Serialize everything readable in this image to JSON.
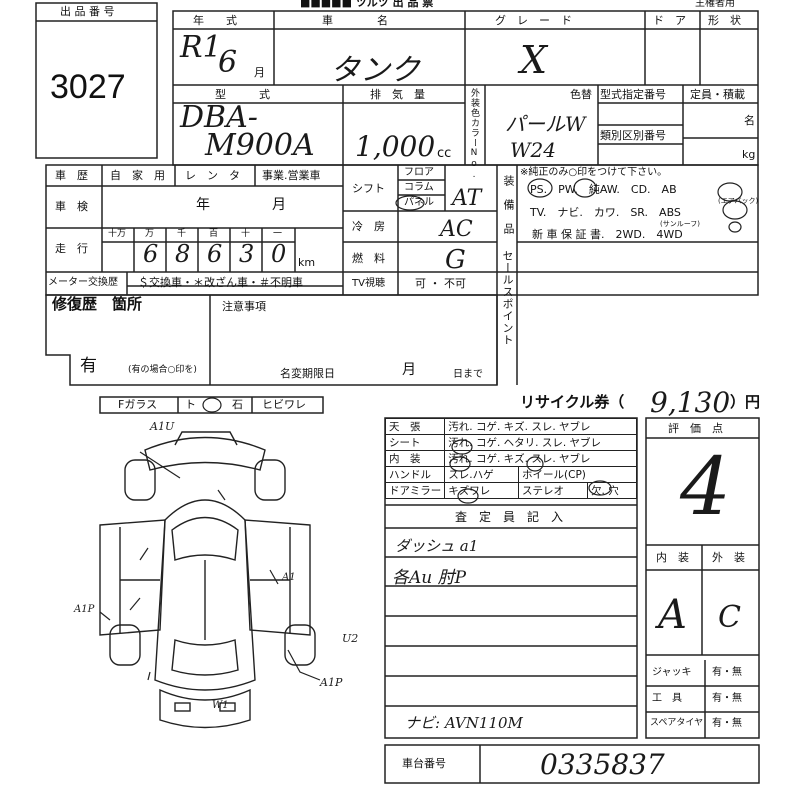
{
  "header": {
    "lot_label": "出 品 番 号",
    "lot_number": "3027",
    "title": "■■■■■ ツルツ 出 品 票",
    "owner_label": "主権者用"
  },
  "top_row": {
    "year_label": "年　　式",
    "car_label": "車　　　　名",
    "grade_label": "グ　レ　ー　ド",
    "door_label": "ド　ア",
    "shape_label": "形　状",
    "year_value": "R1",
    "month_value": "6",
    "month_unit": "月",
    "car_value": "タンク",
    "grade_value": "X"
  },
  "model_row": {
    "model_label": "型　　　式",
    "displacement_label": "排　気　量",
    "exterior_color_label": "外装色カラーNo.",
    "color_label": "色替",
    "type_designation_label": "型式指定番号",
    "capacity_label": "定員・積載",
    "category_label": "類別区別番号",
    "person_unit": "名",
    "kg_unit": "kg",
    "model_value_1": "DBA-",
    "model_value_2": "M900A",
    "displacement_value": "1,000",
    "displacement_unit": "cc",
    "color_value": "パールW",
    "color_code_value": "W24"
  },
  "history": {
    "history_label": "車　歴",
    "private_label": "自　家　用",
    "rental_label": "レ　ン　タ",
    "business_label": "事業.営業車",
    "inspection_label": "車　検",
    "year_unit": "年",
    "month_unit": "月",
    "mileage_label": "走　行",
    "digit_labels": [
      "十万",
      "万",
      "千",
      "百",
      "十",
      "一"
    ],
    "mileage_digits": [
      "",
      "6",
      "8",
      "6",
      "3",
      "0"
    ],
    "km_unit": "km",
    "meter_label": "メーター交換歴",
    "meter_options": "＄交換車・＊改ざん車・＃不明車"
  },
  "shift": {
    "shift_label": "シフト",
    "floor": "フロア",
    "column": "コラム",
    "panel": "パネル",
    "shift_value": "AT",
    "ac_label": "冷　房",
    "ac_value": "AC",
    "fuel_label": "燃　料",
    "fuel_value": "G",
    "tv_label": "TV視聴",
    "tv_options": "可 ・ 不可"
  },
  "equipment": {
    "label": "装　備　品",
    "note": "※純正のみ○印をつけて下さい。",
    "row1": "PS.　PW.　純AW.　CD.　AB",
    "row1_small": "(エアバック)",
    "row2": "TV.　ナビ.　カワ.　SR.　ABS",
    "row2_small": "(サンルーフ)",
    "row3": "新 車 保 証 書.　2WD.　4WD"
  },
  "sales_point": "セールスポイント",
  "repair": {
    "label": "修復歴　箇所",
    "notes_label": "注意事項",
    "yes": "有",
    "yes_note": "(有の場合○印を)",
    "deadline_label": "名変期限日",
    "month_unit": "月",
    "day_unit": "日まで"
  },
  "glass": {
    "label": "Fガラス",
    "options": [
      "ト",
      "石",
      "ヒビワレ"
    ]
  },
  "recycle": {
    "label": "リサイクル券（",
    "value": "9,130",
    "unit": "）円"
  },
  "condition": {
    "rows": [
      {
        "label": "天　張",
        "text": "汚れ. コゲ. キズ. スレ. ヤブレ"
      },
      {
        "label": "シート",
        "text": "汚れ. コゲ. ヘタリ. スレ. ヤブレ"
      },
      {
        "label": "内　装",
        "text": "汚れ. コゲ. キズ. スレ. ヤブレ"
      }
    ],
    "handle_label": "ハンドル",
    "handle_text": "スレ.ハゲ",
    "wheel_label": "ホイール(CP)",
    "mirror_label": "ドアミラー",
    "mirror_text": "キズワレ",
    "stereo_label": "ステレオ",
    "missing_label": "欠. 穴"
  },
  "inspector": {
    "label": "査　定　員　記　入",
    "line1": "ダッシュ a1",
    "line2": "各Au 肘Р",
    "line3": "ナビ: AVN110M"
  },
  "rating": {
    "label": "評　価　点",
    "value": "4",
    "interior_label": "内　装",
    "exterior_label": "外　装",
    "interior_value": "A",
    "exterior_value": "C"
  },
  "tools": {
    "jack_label": "ジャッキ",
    "tool_label": "工　具",
    "spare_label": "スペアタイヤ",
    "options": "有・無"
  },
  "chassis": {
    "label": "車台番号",
    "value": "0335837"
  },
  "diagram_notes": {
    "a1_top": "A1U",
    "a1_side": "A1",
    "u2_right": "U2",
    "a1p_right": "A1P",
    "a1p_left": "A1P",
    "w_front": "W1"
  }
}
